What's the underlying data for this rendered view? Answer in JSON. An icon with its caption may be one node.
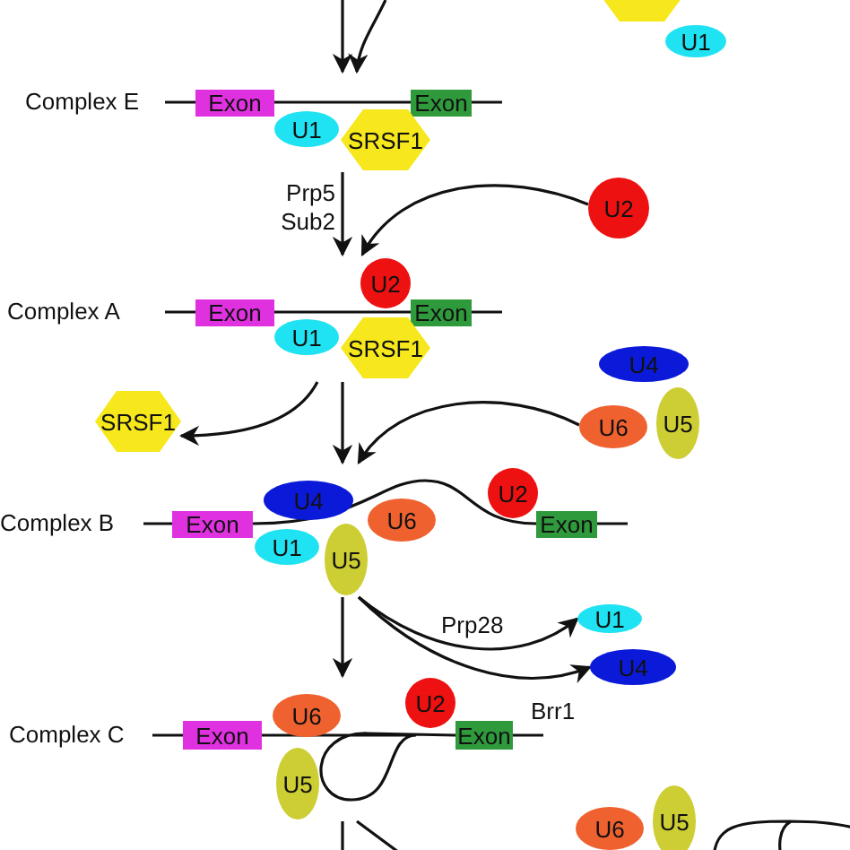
{
  "diagram": {
    "nodes": [
      {
        "text": [],
        "shape": "hexagon"
      },
      {
        "text": [
          "U1"
        ]
      },
      {
        "text": [
          "Complex E"
        ]
      },
      {
        "text": [
          "Exon"
        ],
        "in": 2
      },
      {
        "text": [
          "Exon"
        ],
        "in": 2
      },
      {
        "text": [
          "U1"
        ],
        "in": 2
      },
      {
        "text": [
          "SRSF1"
        ],
        "in": 2
      },
      {
        "text": [
          "U2"
        ]
      },
      {
        "text": [
          "Complex A"
        ]
      },
      {
        "text": [
          "Exon"
        ],
        "in": 8
      },
      {
        "text": [
          "Exon"
        ],
        "in": 8
      },
      {
        "text": [
          "U2"
        ],
        "in": 8
      },
      {
        "text": [
          "U1"
        ],
        "in": 8
      },
      {
        "text": [
          "SRSF1"
        ],
        "in": 8
      },
      {
        "text": [
          "SRSF1"
        ]
      },
      {
        "text": [
          "U4"
        ]
      },
      {
        "text": [
          "U6"
        ]
      },
      {
        "text": [
          "U5"
        ]
      },
      {
        "text": [
          "Complex B"
        ]
      },
      {
        "text": [
          "Exon"
        ],
        "in": 18
      },
      {
        "text": [
          "Exon"
        ],
        "in": 18
      },
      {
        "text": [
          "U4"
        ],
        "in": 18
      },
      {
        "text": [
          "U6"
        ],
        "in": 18
      },
      {
        "text": [
          "U2"
        ],
        "in": 18
      },
      {
        "text": [
          "U1"
        ],
        "in": 18
      },
      {
        "text": [
          "U5"
        ],
        "in": 18
      },
      {
        "text": [
          "U1"
        ]
      },
      {
        "text": [
          "U4"
        ]
      },
      {
        "text": [
          "Complex C"
        ]
      },
      {
        "text": [
          "Exon"
        ],
        "in": 28
      },
      {
        "text": [
          "Exon"
        ],
        "in": 28
      },
      {
        "text": [
          "U6"
        ],
        "in": 28
      },
      {
        "text": [
          "U2"
        ],
        "in": 28
      },
      {
        "text": [
          "U5"
        ],
        "in": 28
      },
      {
        "text": [
          "U6"
        ]
      },
      {
        "text": [
          "U5"
        ]
      }
    ],
    "edges": [
      {
        "from": null,
        "to": 2,
        "arrow": "to"
      },
      {
        "from": null,
        "to": 2,
        "arrow": "to"
      },
      {
        "from": 2,
        "to": 8,
        "arrow": "to",
        "label": "Prp5 Sub2"
      },
      {
        "from": 7,
        "to": 8,
        "arrow": "to"
      },
      {
        "from": 8,
        "to": 18,
        "arrow": "to"
      },
      {
        "from": 8,
        "to": 14,
        "arrow": "to"
      },
      {
        "from": 16,
        "to": 18,
        "arrow": "to"
      },
      {
        "from": 18,
        "to": 28,
        "arrow": "to"
      },
      {
        "from": 18,
        "to": 26,
        "arrow": "to",
        "label": "Prp28"
      },
      {
        "from": 18,
        "to": 27,
        "arrow": "to",
        "label": "Brr1"
      },
      {
        "from": 28,
        "to": null,
        "arrow": "none"
      },
      {
        "from": 28,
        "to": null,
        "arrow": "none"
      }
    ]
  }
}
